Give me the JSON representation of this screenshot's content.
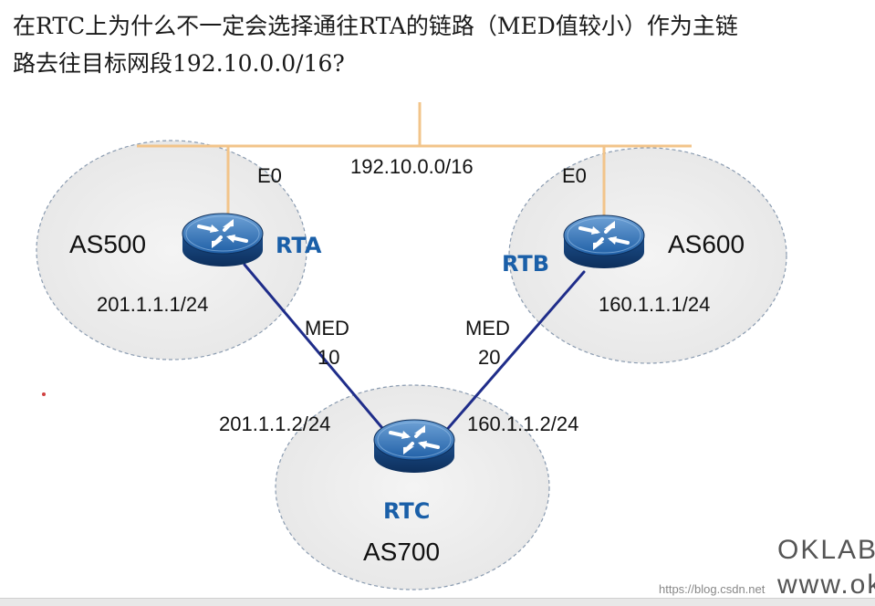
{
  "question": {
    "line1": "在RTC上为什么不一定会选择通往RTA的链路（MED值较小）作为主链",
    "line2": "路去往目标网段192.10.0.0/16?"
  },
  "network": {
    "target": "192.10.0.0/16",
    "segment_color": "#f2c48a",
    "link_color": "#1f2d8a",
    "router_color": "#1f5fa6"
  },
  "routers": {
    "rta": {
      "name": "RTA",
      "as": "AS500",
      "interface": "E0",
      "ip": "201.1.1.1/24"
    },
    "rtb": {
      "name": "RTB",
      "as": "AS600",
      "interface": "E0",
      "ip": "160.1.1.1/24"
    },
    "rtc": {
      "name": "RTC",
      "as": "AS700",
      "ip_to_rta": "201.1.1.2/24",
      "ip_to_rtb": "160.1.1.2/24"
    }
  },
  "links": {
    "rta_rtc": {
      "label": "MED",
      "value": "10"
    },
    "rtb_rtc": {
      "label": "MED",
      "value": "20"
    }
  },
  "watermark": {
    "brand": "OKLAB",
    "url": "https://blog.csdn.net",
    "site": "www.okl"
  }
}
